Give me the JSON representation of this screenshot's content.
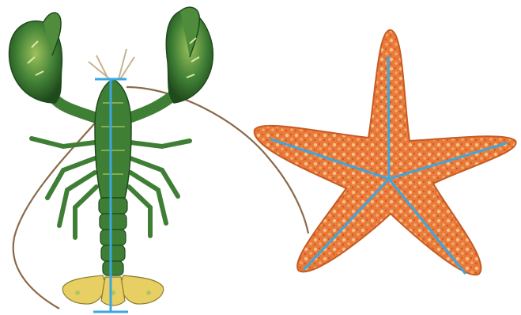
{
  "image": {
    "subjects": [
      "lobster",
      "starfish"
    ],
    "symmetry": {
      "lobster": "bilateral",
      "starfish": "radial"
    },
    "symmetry_line_count": {
      "lobster": 1,
      "starfish": 5
    }
  },
  "colors": {
    "background": "#ffffff",
    "lobster_body": "#3f7f35",
    "lobster_dark": "#1f4a1c",
    "lobster_light": "#9cc15b",
    "lobster_tail_fan": "#e7cf63",
    "antenna": "#8a6a4a",
    "starfish_base": "#ea7a3a",
    "starfish_dark": "#c75a22",
    "starfish_spots": "#f7c08a",
    "symmetry_line": "#3aa7e0"
  }
}
